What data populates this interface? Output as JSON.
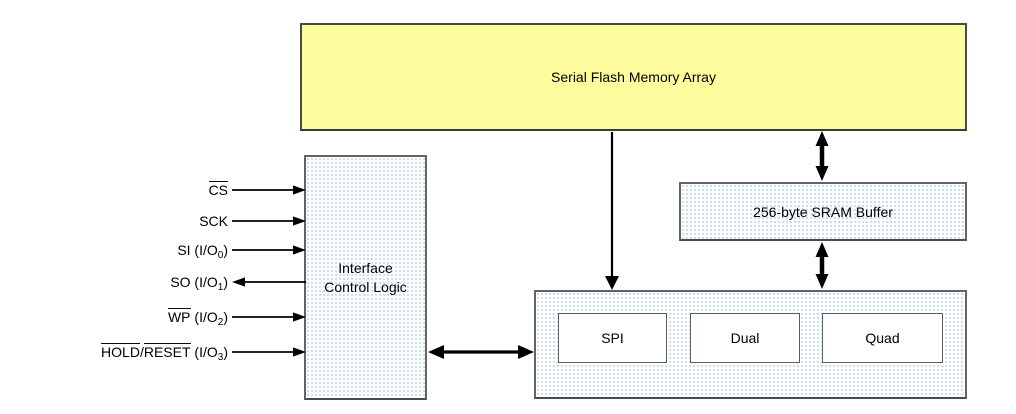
{
  "diagram": {
    "title_block": {
      "label": "Serial Flash Memory Array"
    },
    "interface_control_logic": {
      "label_line1": "Interface",
      "label_line2": "Control Logic"
    },
    "sram_buffer": {
      "label": "256-byte SRAM Buffer"
    },
    "io_modes": [
      {
        "label": "SPI"
      },
      {
        "label": "Dual"
      },
      {
        "label": "Quad"
      }
    ],
    "signals": [
      {
        "over1": "CS",
        "sep": "",
        "over2": "",
        "plain": "",
        "sub": "",
        "close": "",
        "direction": "input"
      },
      {
        "over1": "",
        "sep": "",
        "over2": "",
        "plain": "SCK",
        "sub": "",
        "close": "",
        "direction": "input"
      },
      {
        "over1": "",
        "sep": "",
        "over2": "",
        "plain": "SI (I/O",
        "sub": "0",
        "close": ")",
        "direction": "input"
      },
      {
        "over1": "",
        "sep": "",
        "over2": "",
        "plain": "SO (I/O",
        "sub": "1",
        "close": ")",
        "direction": "output"
      },
      {
        "over1": "WP",
        "sep": "",
        "over2": "",
        "plain": " (I/O",
        "sub": "2",
        "close": ")",
        "direction": "input"
      },
      {
        "over1": "HOLD",
        "sep": "/",
        "over2": "RESET",
        "plain": " (I/O",
        "sub": "3",
        "close": ")",
        "direction": "input"
      }
    ],
    "connections": [
      {
        "from": "flash-array",
        "to": "io-interface",
        "type": "single-arrow-down"
      },
      {
        "from": "flash-array",
        "to": "sram-buffer",
        "type": "double-arrow"
      },
      {
        "from": "sram-buffer",
        "to": "io-interface",
        "type": "double-arrow"
      },
      {
        "from": "interface-control-logic",
        "to": "io-interface",
        "type": "double-arrow"
      }
    ],
    "colors": {
      "flash_fill": "#fdfd9e",
      "dotted_box_dot": "#b7d7e8",
      "box_border": "#646464",
      "arrow": "#000000"
    }
  }
}
